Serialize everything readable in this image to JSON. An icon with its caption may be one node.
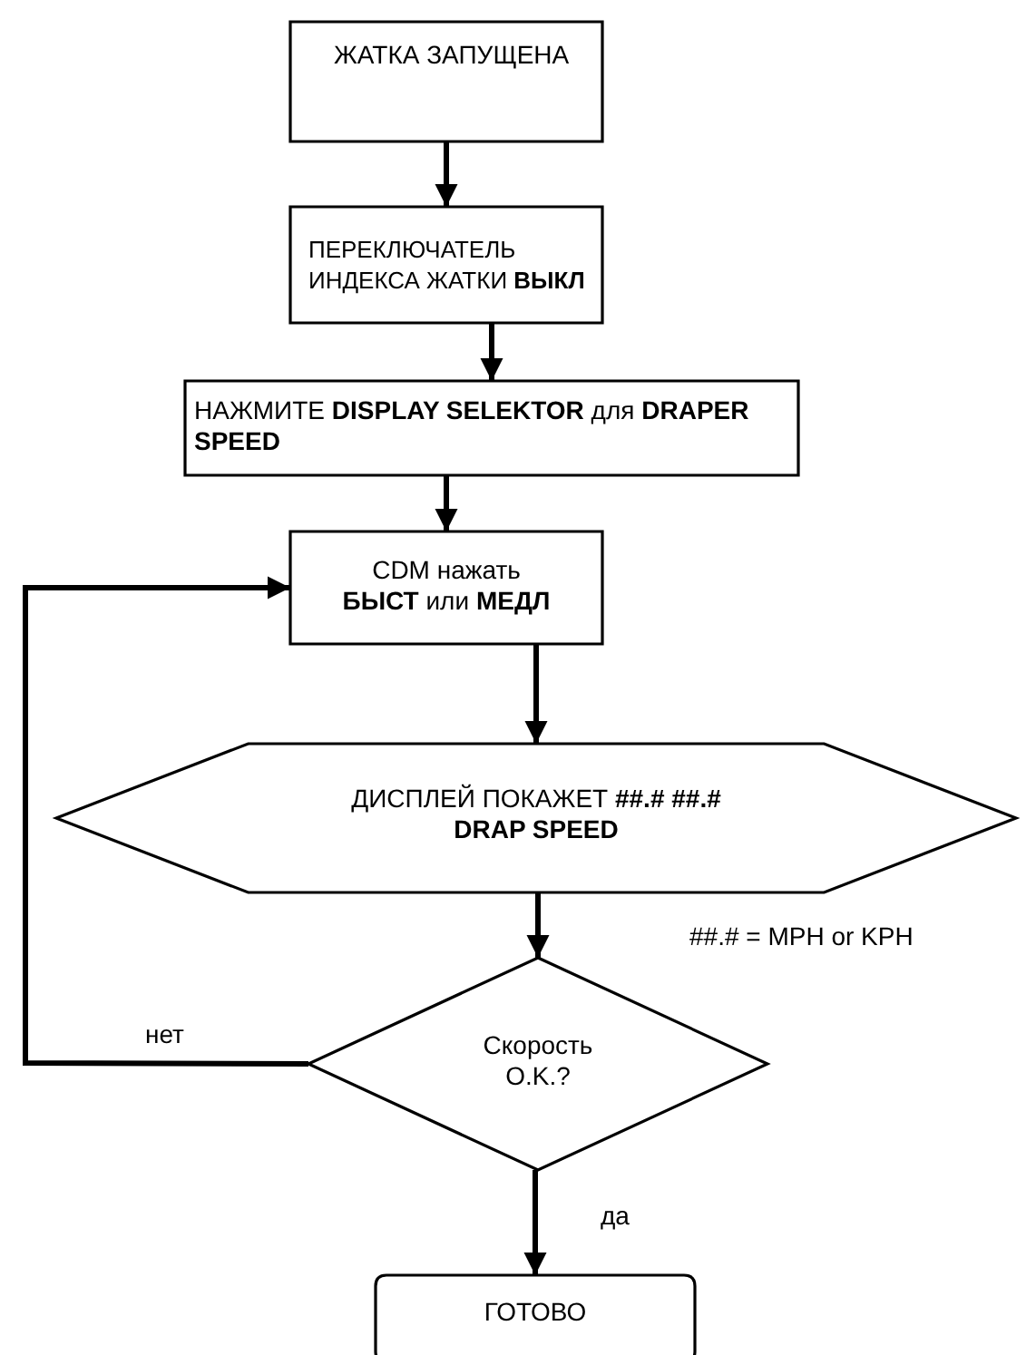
{
  "diagram": {
    "nodes": [
      {
        "text": [
          "ЖАТКА ЗАПУЩЕНА"
        ]
      },
      {
        "text": [
          "ПЕРЕКЛЮЧАТЕЛЬ ИНДЕКСА ЖАТКИ **ВЫКЛ**"
        ]
      },
      {
        "text": [
          "НАЖМИТЕ **DISPLAY SELEKTOR** для **DRAPER SPEED**"
        ]
      },
      {
        "text": [
          "CDM нажать **БЫСТ** или **МЕДЛ**"
        ]
      },
      {
        "text": [
          "ДИСПЛЕЙ ПОКАЖЕТ **##.# ##.# DRAP SPEED**"
        ]
      },
      {
        "text": [
          "Скорость O.K.?"
        ]
      },
      {
        "text": [
          "ГОТОВО"
        ]
      }
    ],
    "edges": [
      {
        "from": 0,
        "to": 1,
        "arrow": "to"
      },
      {
        "from": 1,
        "to": 2,
        "arrow": "to"
      },
      {
        "from": 2,
        "to": 3,
        "arrow": "to"
      },
      {
        "from": 3,
        "to": 4,
        "arrow": "to"
      },
      {
        "from": 4,
        "to": 5,
        "arrow": "to"
      },
      {
        "from": 5,
        "to": 3,
        "arrow": "to",
        "label": "нет"
      },
      {
        "from": 5,
        "to": 6,
        "arrow": "to",
        "label": "да"
      }
    ],
    "labels": [
      "##.# = MPH or KPH"
    ]
  }
}
